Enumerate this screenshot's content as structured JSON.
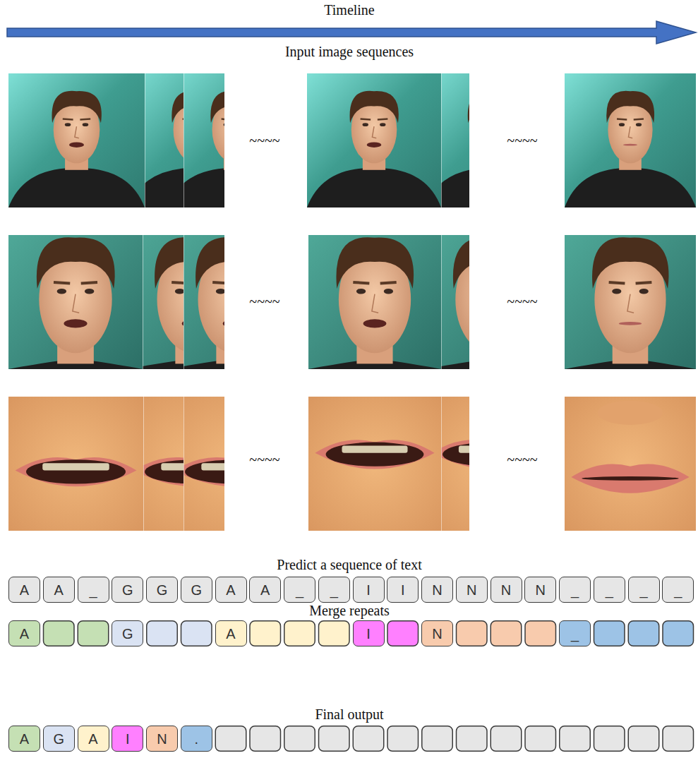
{
  "diagram": {
    "nodes": [
      {
        "text": [
          "A"
        ]
      },
      {
        "text": [
          "A"
        ]
      },
      {
        "text": [
          "_"
        ]
      },
      {
        "text": [
          "G"
        ]
      },
      {
        "text": [
          "G"
        ]
      },
      {
        "text": [
          "G"
        ]
      },
      {
        "text": [
          "A"
        ]
      },
      {
        "text": [
          "A"
        ]
      },
      {
        "text": [
          "_"
        ]
      },
      {
        "text": [
          "_"
        ]
      },
      {
        "text": [
          "I"
        ]
      },
      {
        "text": [
          "I"
        ]
      },
      {
        "text": [
          "N"
        ]
      },
      {
        "text": [
          "N"
        ]
      },
      {
        "text": [
          "N"
        ]
      },
      {
        "text": [
          "N"
        ]
      },
      {
        "text": [
          "_"
        ]
      },
      {
        "text": [
          "_"
        ]
      },
      {
        "text": [
          "_"
        ]
      },
      {
        "text": [
          "_"
        ]
      },
      {
        "text": [
          "A"
        ]
      },
      {
        "text": [
          "G"
        ]
      },
      {
        "text": [
          "A"
        ]
      },
      {
        "text": [
          "I"
        ]
      },
      {
        "text": [
          "N"
        ]
      },
      {
        "text": [
          "_"
        ]
      },
      {
        "text": [
          "A"
        ]
      },
      {
        "text": [
          "G"
        ]
      },
      {
        "text": [
          "A"
        ]
      },
      {
        "text": [
          "I"
        ]
      },
      {
        "text": [
          "N"
        ]
      },
      {
        "text": [
          "."
        ]
      }
    ],
    "labels": [
      "Timeline",
      "Input image sequences",
      "~~~~",
      "~~~~",
      "~~~~",
      "~~~~",
      "~~~~",
      "~~~~",
      "Predict a sequence of text",
      "Merge repeats",
      "Final output"
    ]
  }
}
